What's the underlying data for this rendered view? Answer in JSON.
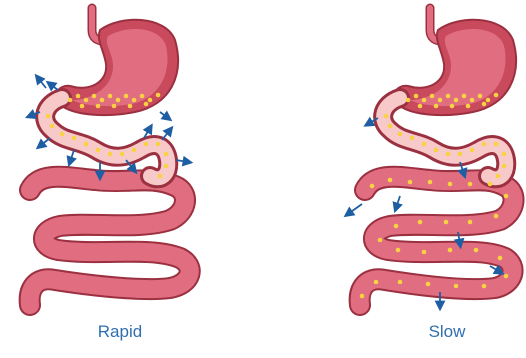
{
  "captions": {
    "left": "Rapid",
    "right": "Slow"
  },
  "colors": {
    "tissue_fill": "#e06e80",
    "tissue_outline": "#9b3040",
    "stomach_inner": "#c84a5c",
    "lumen": "#f7c9c9",
    "particle": "#f8d240",
    "arrow": "#1e5fa3",
    "caption": "#2f6fb0"
  },
  "panels": [
    {
      "name": "rapid",
      "caption_key": "left",
      "absorption_arrow_count": 11
    },
    {
      "name": "slow",
      "caption_key": "right",
      "absorption_arrow_count": 7
    }
  ]
}
